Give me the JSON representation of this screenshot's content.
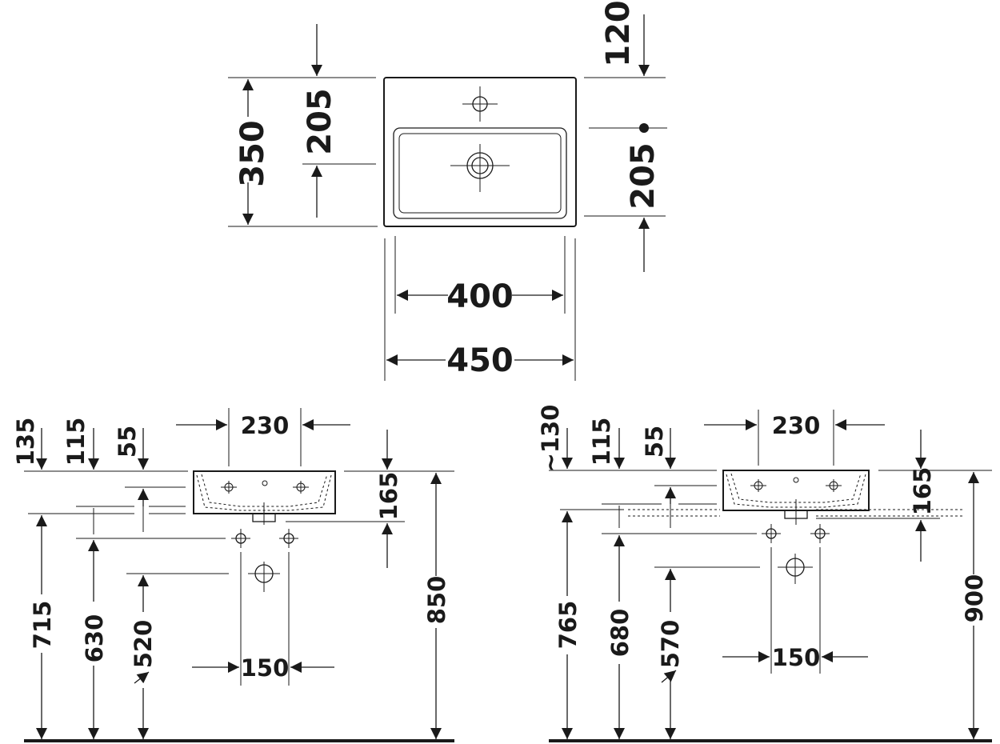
{
  "top_view": {
    "overall_depth": "350",
    "tap_hole_to_bowl": "205",
    "top_to_tap_hole": "120",
    "tap_hole_to_front": "205",
    "bowl_width": "400",
    "overall_width": "450"
  },
  "front_view_left": {
    "top_offset": "135",
    "overflow_offset": "115",
    "waste_offset": "55",
    "tap_spacing": "230",
    "depth_label": "165",
    "floor_to_bottom": "715",
    "floor_to_supply": "630",
    "floor_to_waste": "520",
    "supply_spacing": "150",
    "floor_to_rim": "850"
  },
  "front_view_right": {
    "top_offset": "~130",
    "overflow_offset": "115",
    "waste_offset": "55",
    "tap_spacing": "230",
    "depth_label": "165",
    "floor_to_bottom": "765",
    "floor_to_supply": "680",
    "floor_to_waste": "570",
    "supply_spacing": "150",
    "floor_to_rim": "900"
  }
}
